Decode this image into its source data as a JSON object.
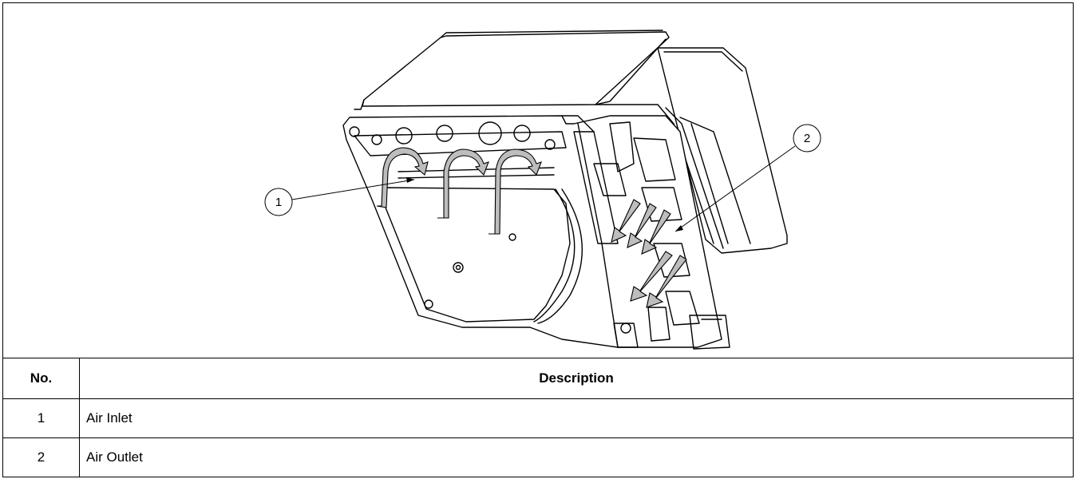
{
  "figure": {
    "callouts": [
      {
        "number": "1"
      },
      {
        "number": "2"
      }
    ]
  },
  "table": {
    "header_no": "No.",
    "header_description": "Description",
    "rows": [
      {
        "no": "1",
        "description": "Air Inlet"
      },
      {
        "no": "2",
        "description": "Air Outlet"
      }
    ]
  },
  "colors": {
    "line": "#000000",
    "arrow_fill": "#bdbdbd",
    "background": "#ffffff"
  }
}
